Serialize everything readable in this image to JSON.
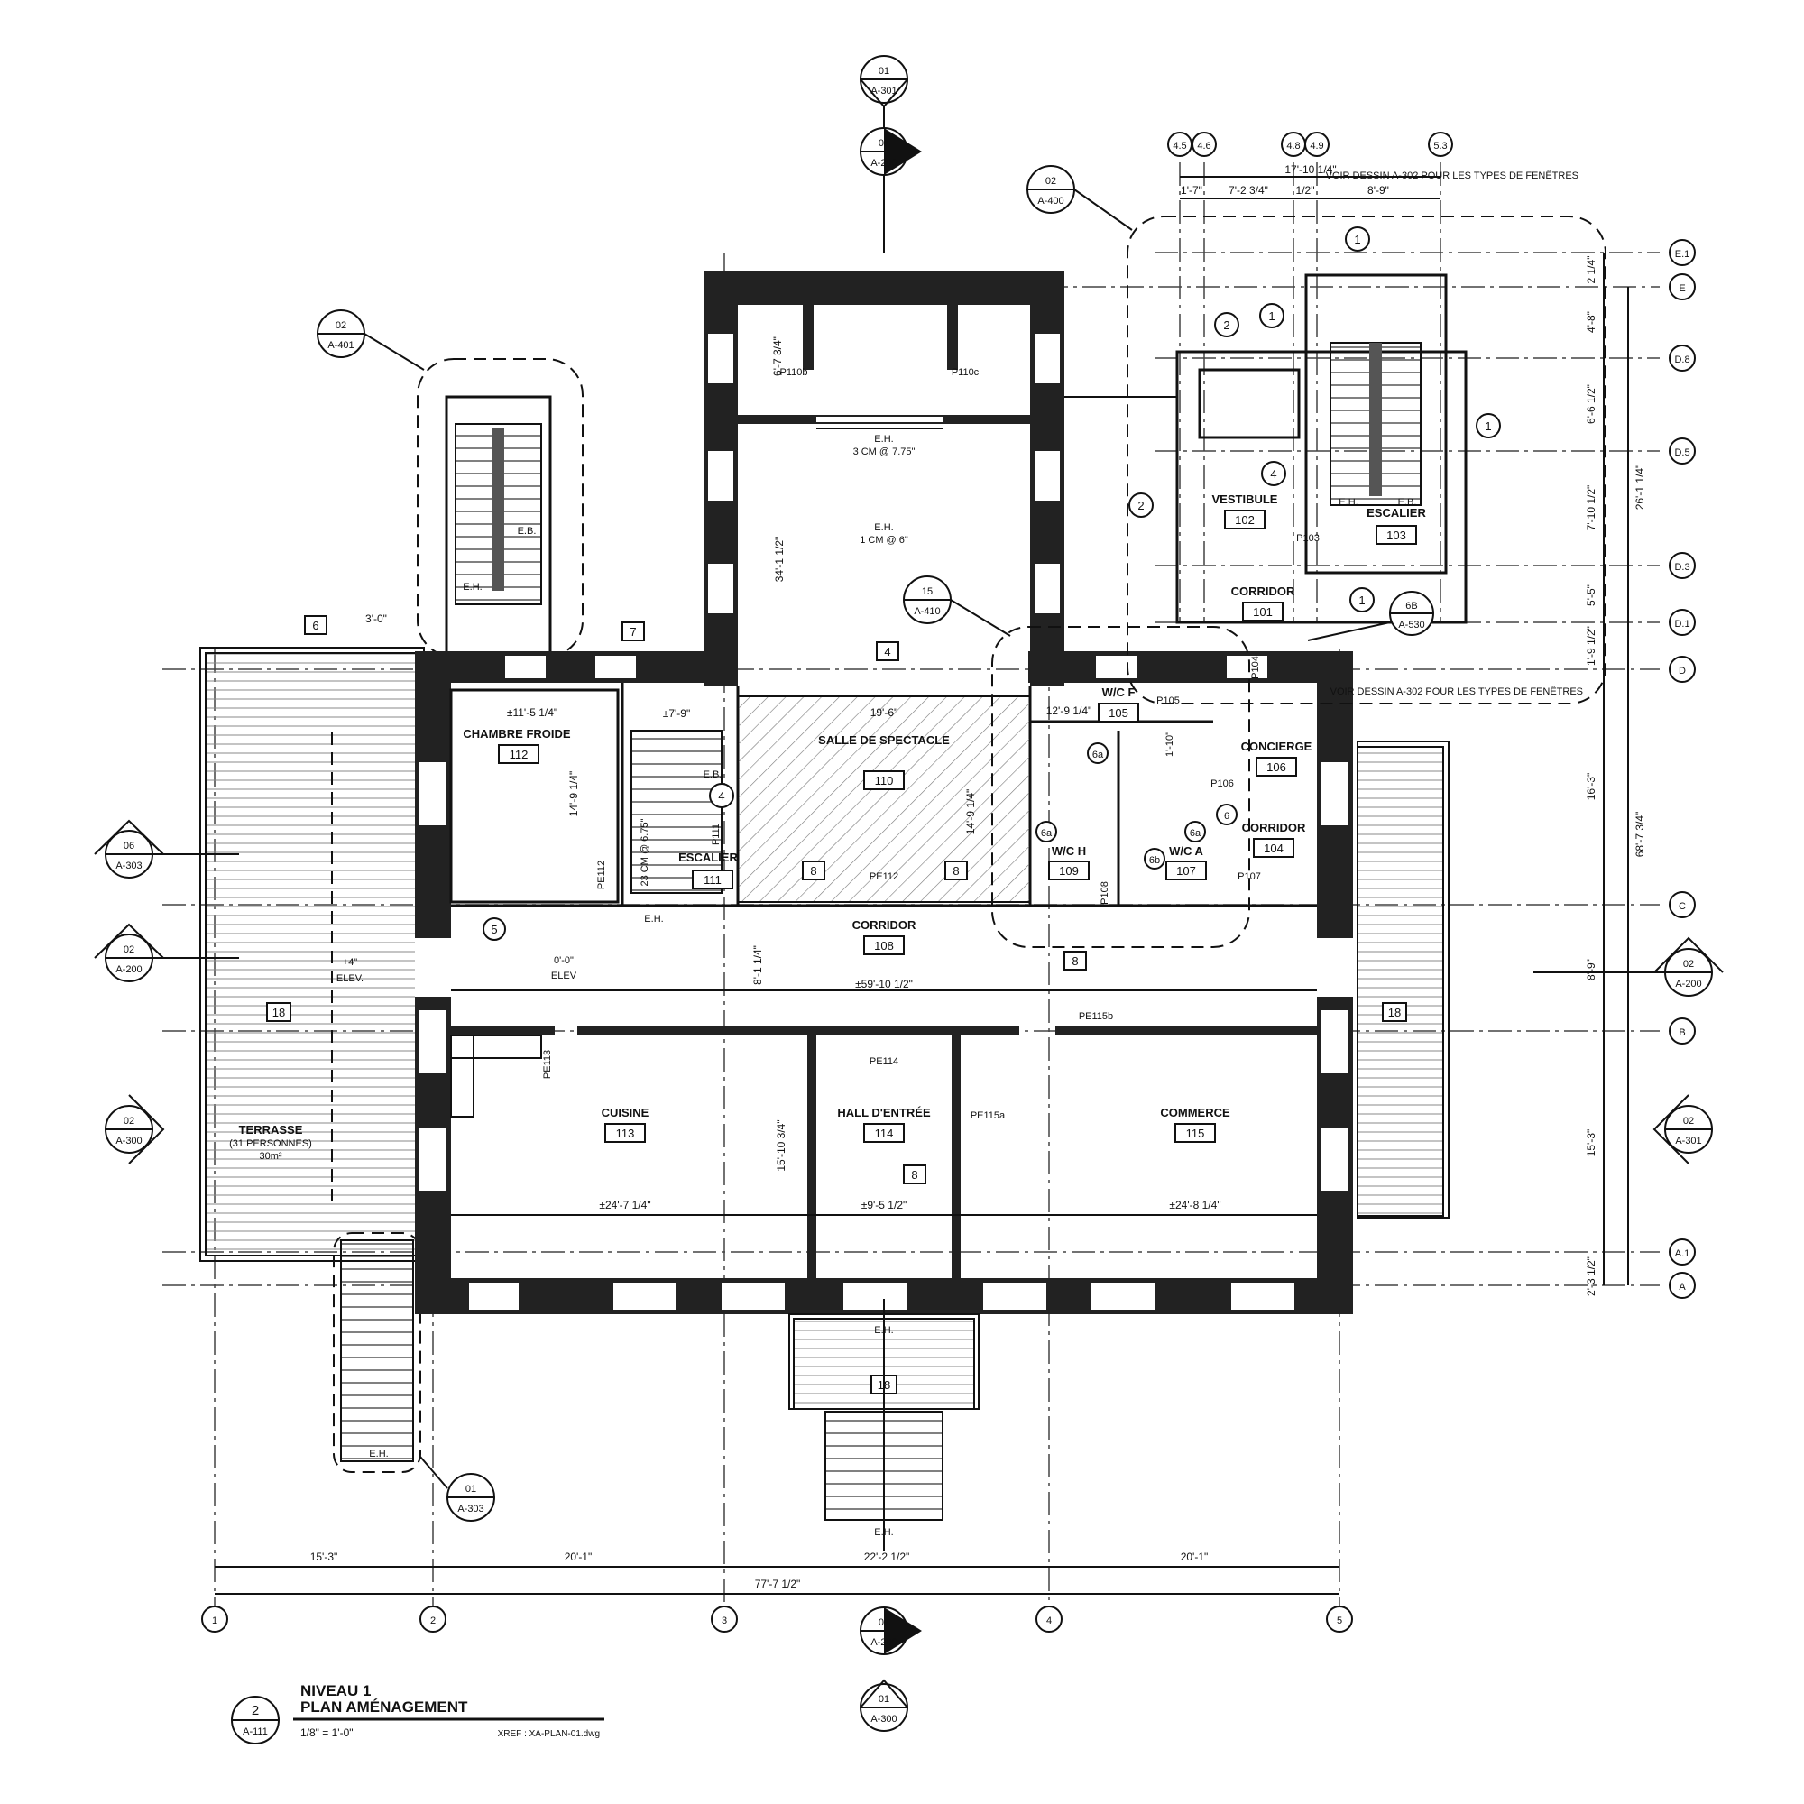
{
  "title_block": {
    "view_number": "2",
    "sheet": "A-111",
    "line1": "NIVEAU 1",
    "line2": "PLAN AMÉNAGEMENT",
    "scale": "1/8\" = 1'-0\"",
    "xref": "XREF : XA-PLAN-01.dwg"
  },
  "grid_columns": [
    "1",
    "2",
    "3",
    "4",
    "5"
  ],
  "grid_columns_top": [
    "4.5",
    "4.6",
    "4.8",
    "4.9",
    "5.3"
  ],
  "grid_rows": [
    "E.1",
    "E",
    "D.8",
    "D.5",
    "D.3",
    "D.1",
    "D",
    "C",
    "B",
    "A.1",
    "A"
  ],
  "rooms": [
    {
      "name": "CHAMBRE FROIDE",
      "number": "112"
    },
    {
      "name": "ESCALIER",
      "number": "111"
    },
    {
      "name": "SALLE DE SPECTACLE",
      "number": "110"
    },
    {
      "name": "W/C F",
      "number": "105"
    },
    {
      "name": "CONCIERGE",
      "number": "106"
    },
    {
      "name": "CORRIDOR",
      "number": "104"
    },
    {
      "name": "W/C H",
      "number": "109"
    },
    {
      "name": "W/C A",
      "number": "107"
    },
    {
      "name": "CORRIDOR",
      "number": "108"
    },
    {
      "name": "CUISINE",
      "number": "113"
    },
    {
      "name": "HALL D'ENTRÉE",
      "number": "114"
    },
    {
      "name": "COMMERCE",
      "number": "115"
    },
    {
      "name": "VESTIBULE",
      "number": "102"
    },
    {
      "name": "ESCALIER",
      "number": "103"
    },
    {
      "name": "CORRIDOR",
      "number": "101"
    }
  ],
  "terrace": {
    "name": "TERRASSE",
    "capacity": "(31 PERSONNES)",
    "area": "30m²"
  },
  "section_markers": [
    {
      "num": "01",
      "sheet": "A-301"
    },
    {
      "num": "01",
      "sheet": "A-200"
    },
    {
      "num": "02",
      "sheet": "A-400"
    },
    {
      "num": "02",
      "sheet": "A-401"
    },
    {
      "num": "15",
      "sheet": "A-410"
    },
    {
      "num": "6B",
      "sheet": "A-530"
    },
    {
      "num": "06",
      "sheet": "A-303"
    },
    {
      "num": "02",
      "sheet": "A-200"
    },
    {
      "num": "02",
      "sheet": "A-300"
    },
    {
      "num": "02",
      "sheet": "A-200"
    },
    {
      "num": "02",
      "sheet": "A-301"
    },
    {
      "num": "01",
      "sheet": "A-303"
    },
    {
      "num": "01",
      "sheet": "A-200"
    },
    {
      "num": "01",
      "sheet": "A-300"
    }
  ],
  "dimensions": {
    "bottom": [
      "15'-3\"",
      "20'-1\"",
      "22'-2 1/2\"",
      "20'-1\""
    ],
    "overall_width": "77'-7 1/2\"",
    "right_side": [
      "2'-3 1/2\"",
      "15'-3\"",
      "8'-9\"",
      "16'-3\"",
      "1'-9 1/2\"",
      "5'-5\"",
      "7'-10 1/2\"",
      "6'-6 1/2\"",
      "4'-8\"",
      "2 1/4\""
    ],
    "right_overall": [
      "68'-7 3/4\"",
      "26'-1 1/4\""
    ],
    "top_annex": {
      "overall": "17'-10 1/4\"",
      "parts": [
        "1'-7\"",
        "7'-2 3/4\"",
        "1/2\"",
        "8'-9\""
      ]
    },
    "corridor_width": "±59'-10 1/2\"",
    "cuisine_width": "±24'-7 1/4\"",
    "hall_width": "±9'-5 1/2\"",
    "commerce_width": "±24'-8 1/4\"",
    "chambre_width": "±11'-5 1/4\"",
    "chambre_depth": "14'-9 1/4\"",
    "escalier_width": "±7'-9\"",
    "salle_width": "19'-6\"",
    "salle_depth": "14'-9 1/4\"",
    "tower_depth": "34'-1 1/2\"",
    "tower_top": "6'-7 3/4\"",
    "corr_depth": "8'-1 1/4\"",
    "hall_depth": "15'-10 3/4\"",
    "wc_width": "12'-9 1/4\"",
    "wc_depth": "1'-10\"",
    "terrace_offset": "3'-0\""
  },
  "notes": {
    "window_types": "VOIR DESSIN A-302 POUR LES TYPES DE FENÊTRES",
    "slope1": "3 CM @ 7.75\"",
    "slope2": "1 CM @ 6\"",
    "slope3": "23 CM @ 6.75\"",
    "eh": "E.H.",
    "eb": "E.B.",
    "elev": "ELEV",
    "elev2": "ELEV.",
    "elev_level": "0'-0\"",
    "elev_level2": "+4\""
  },
  "doors": [
    "P110b",
    "P110c",
    "PE112",
    "PE112",
    "P111",
    "P103",
    "P104",
    "P105",
    "P106",
    "P107",
    "P108",
    "PE113",
    "PE114",
    "PE115a",
    "PE115b"
  ],
  "keynotes": [
    "1",
    "2",
    "4",
    "5",
    "6",
    "6a",
    "6b",
    "7",
    "8",
    "18"
  ]
}
